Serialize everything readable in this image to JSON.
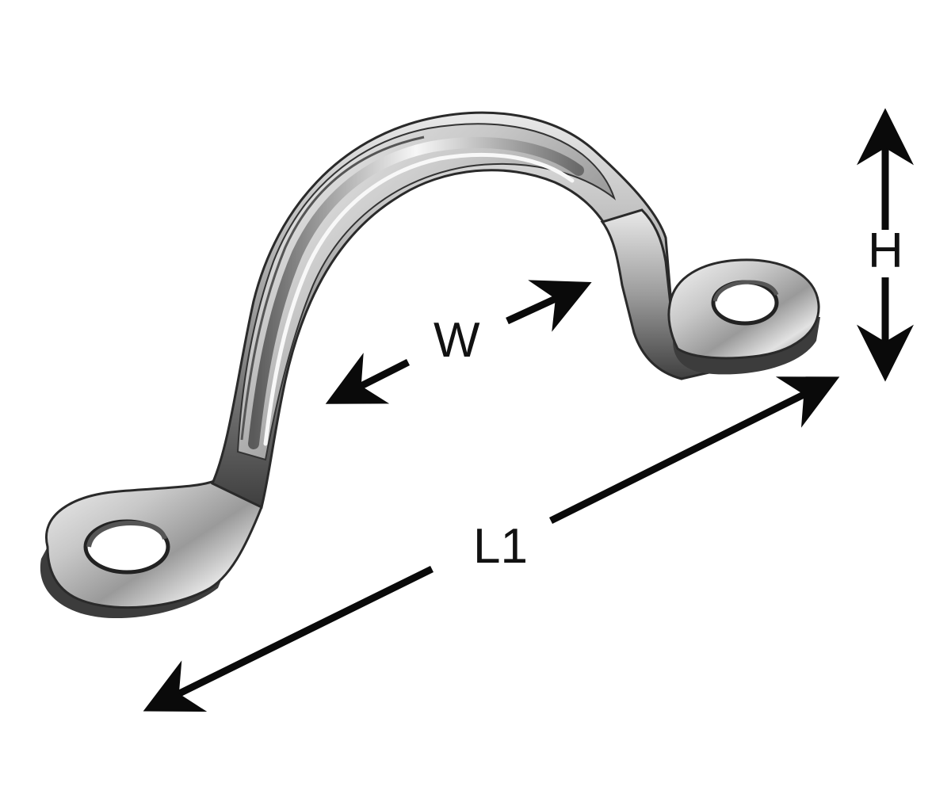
{
  "dimensions": {
    "width_label": "W",
    "height_label": "H",
    "length_label": "L1"
  },
  "part": {
    "icon": "strap-eye-icon"
  },
  "colors": {
    "arrow": "#0a0a0a",
    "metal_light": "#f2f2f2",
    "metal_mid": "#b9b9b9",
    "metal_dark": "#4a4a4a",
    "label": "#111111"
  }
}
